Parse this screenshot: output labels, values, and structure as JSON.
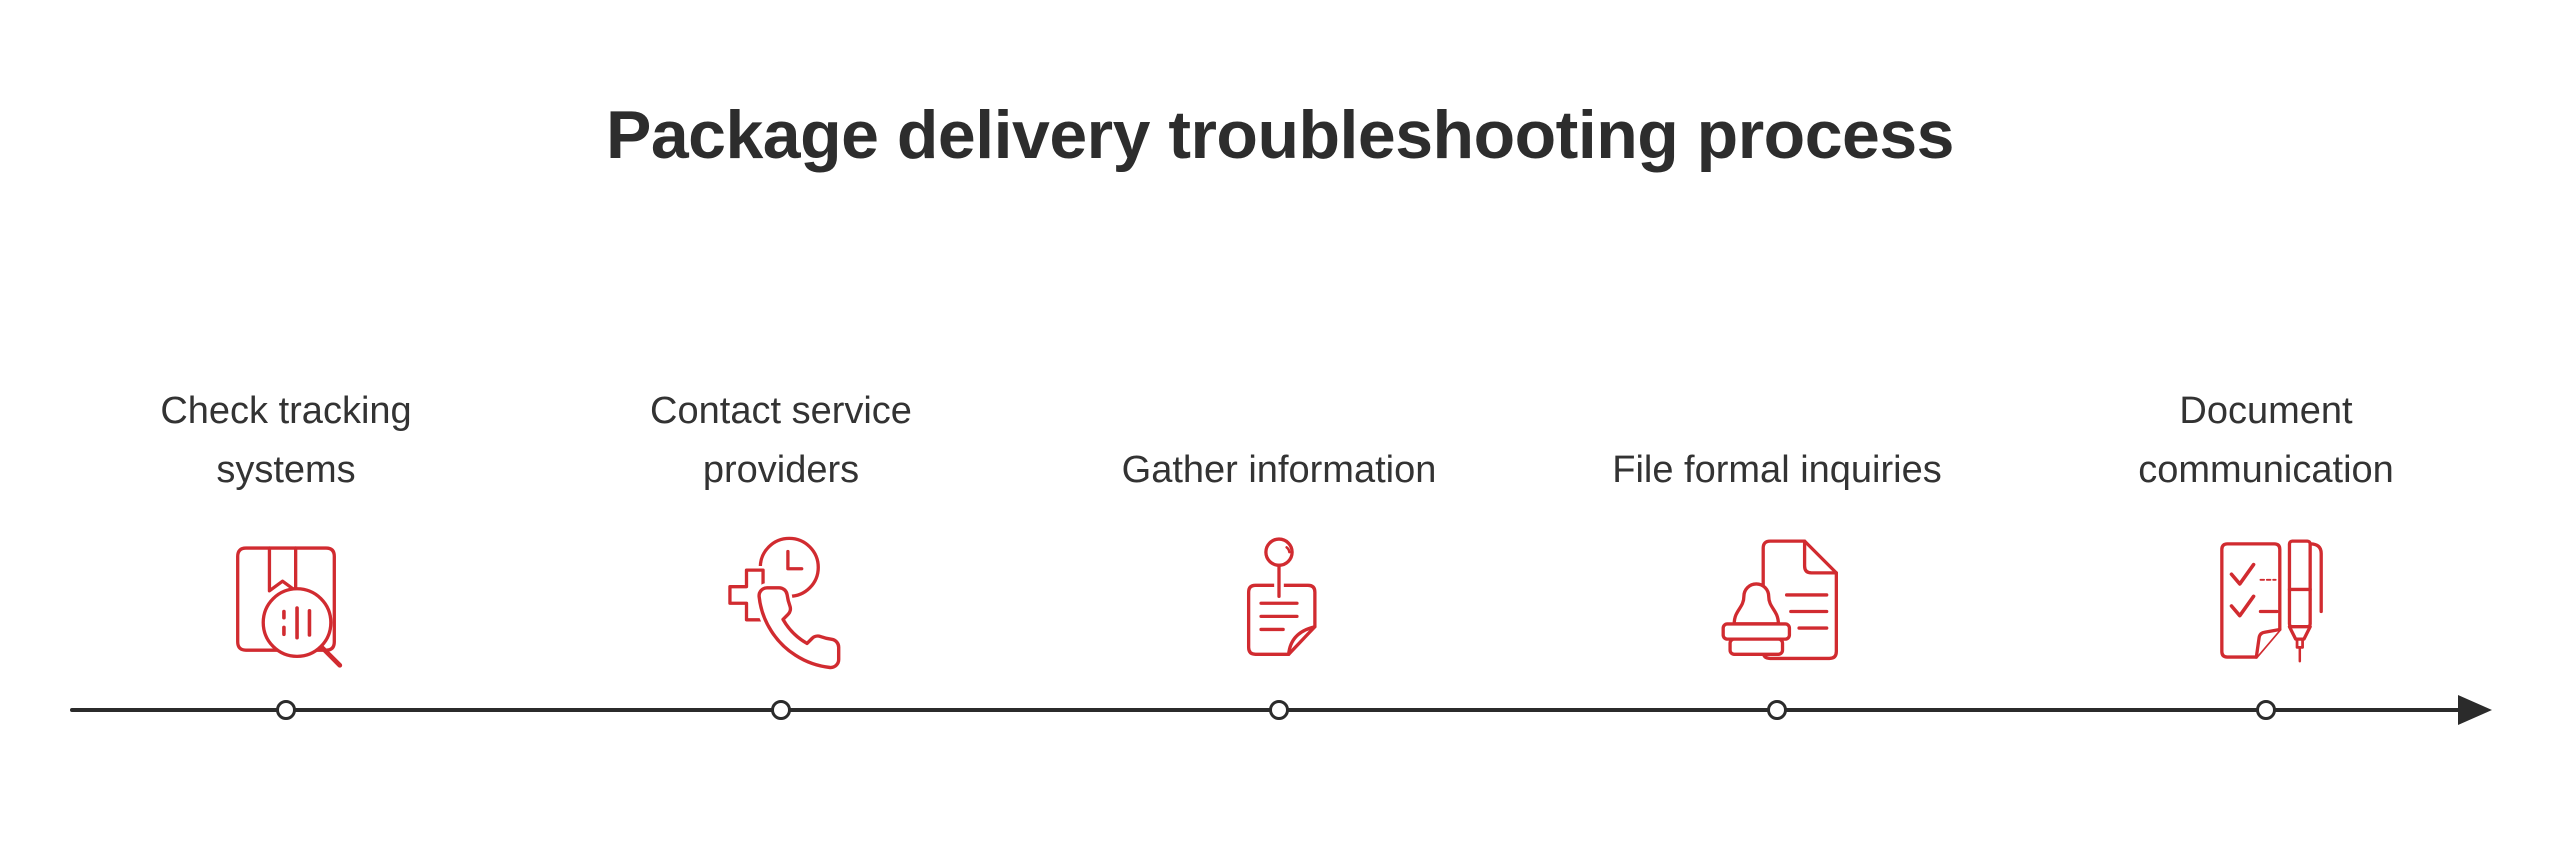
{
  "title": "Package delivery troubleshooting process",
  "steps": [
    {
      "label": "Check tracking systems",
      "icon": "package-magnifier-icon"
    },
    {
      "label": "Contact service providers",
      "icon": "phone-clock-plus-icon"
    },
    {
      "label": "Gather information",
      "icon": "pinned-note-icon"
    },
    {
      "label": "File formal inquiries",
      "icon": "document-stamp-icon"
    },
    {
      "label": "Document communication",
      "icon": "checklist-pen-icon"
    }
  ],
  "timeline": {
    "orientation": "horizontal",
    "node_count": 5,
    "arrow_direction": "right"
  },
  "colors": {
    "accent_red": "#d12b30",
    "line_dark": "#2b2b2b",
    "text_dark": "#333333",
    "title_dark": "#2d2d2d",
    "background": "#ffffff"
  }
}
